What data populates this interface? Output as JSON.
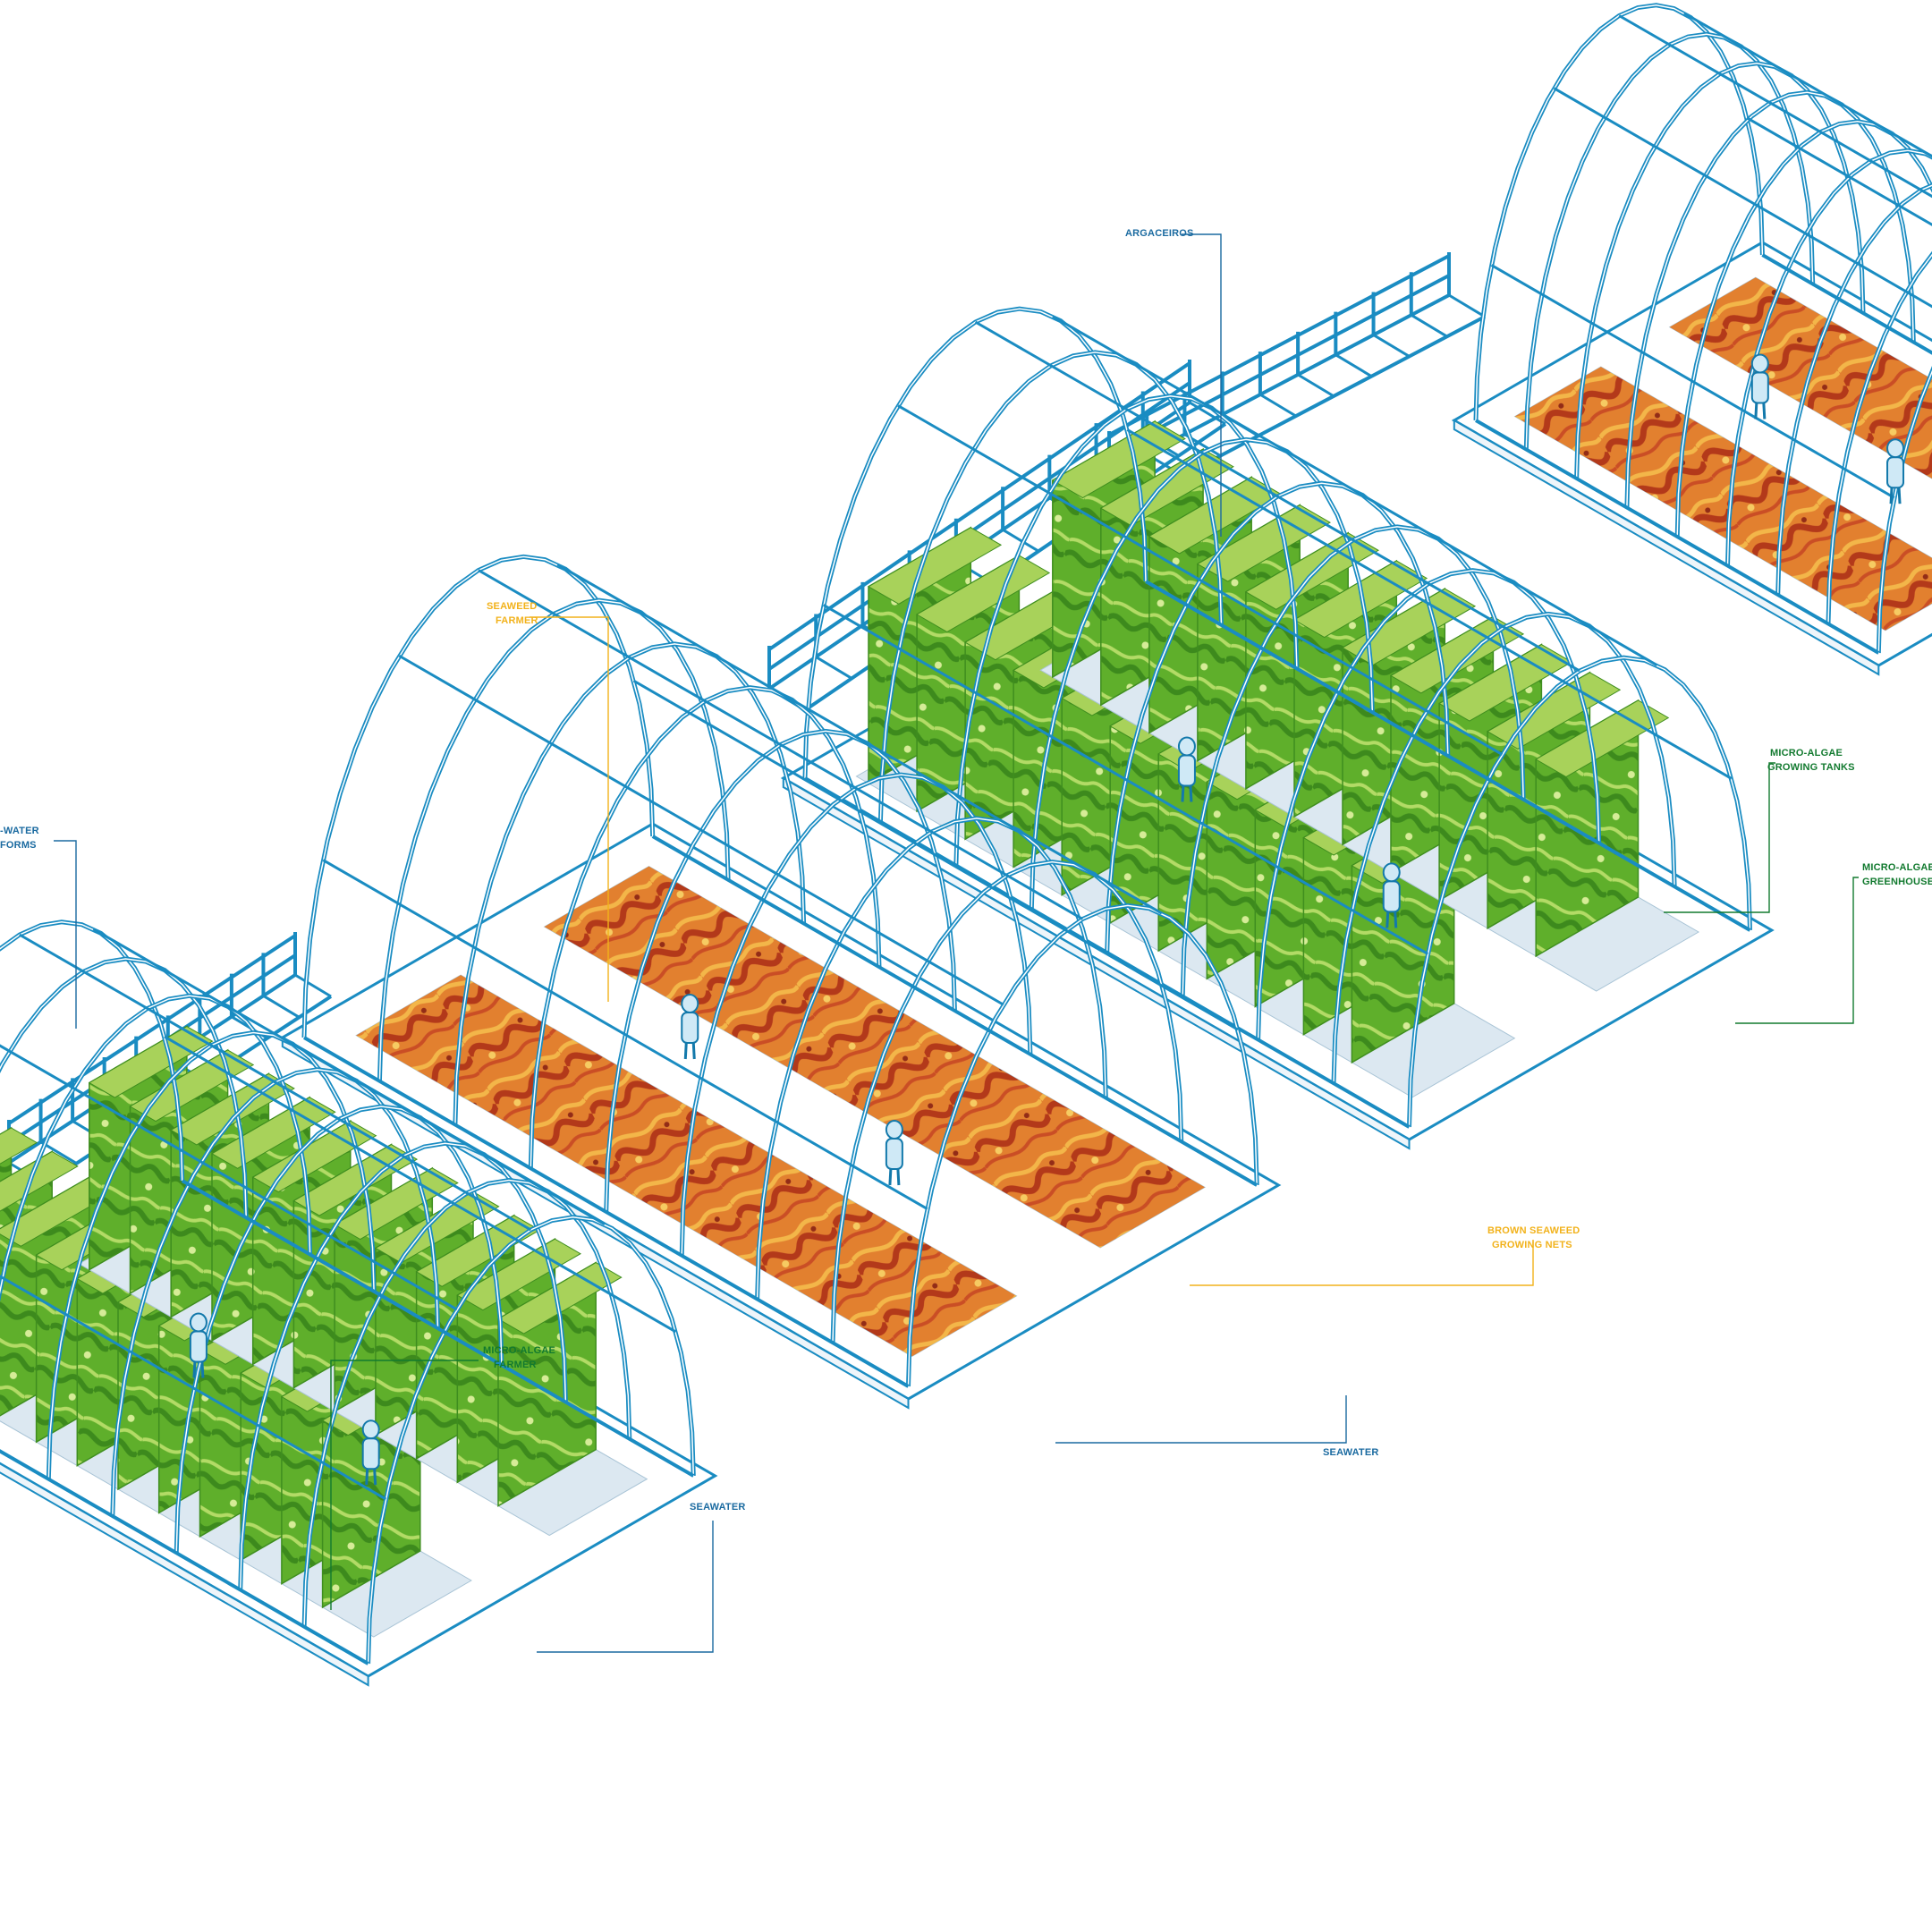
{
  "colors": {
    "frame": "#1a8cc2",
    "frame_dark": "#1379ab",
    "seaweed_label": "#f2b21b",
    "microalgae_label": "#127a2f",
    "seawater_label": "#1a6aa0",
    "seaweed_dark": "#b1300f",
    "seaweed_mid": "#d8561b",
    "seaweed_light": "#f1a43a",
    "algae_dark": "#3f8e1f",
    "algae_mid": "#63b42d",
    "algae_light": "#a8d25a",
    "water": "#dce8f1"
  },
  "labels": {
    "argaceiros": "ARGACEIROS",
    "seaweed_farmer_1": "SEAWEED",
    "seaweed_farmer_2": "FARMER",
    "platforms_1": "-WATER",
    "platforms_2": "FORMS",
    "tanks_1": "MICRO-ALGAE",
    "tanks_2": "GROWING TANKS",
    "greenhouse_1": "MICRO-ALGAE",
    "greenhouse_2": "GREENHOUSE",
    "nets_1": "BROWN SEAWEED",
    "nets_2": "GROWING NETS",
    "algae_farmer_1": "MICRO-ALGAE",
    "algae_farmer_2": "FARMER",
    "seawater_a": "SEAWATER",
    "seawater_b": "SEAWATER"
  }
}
